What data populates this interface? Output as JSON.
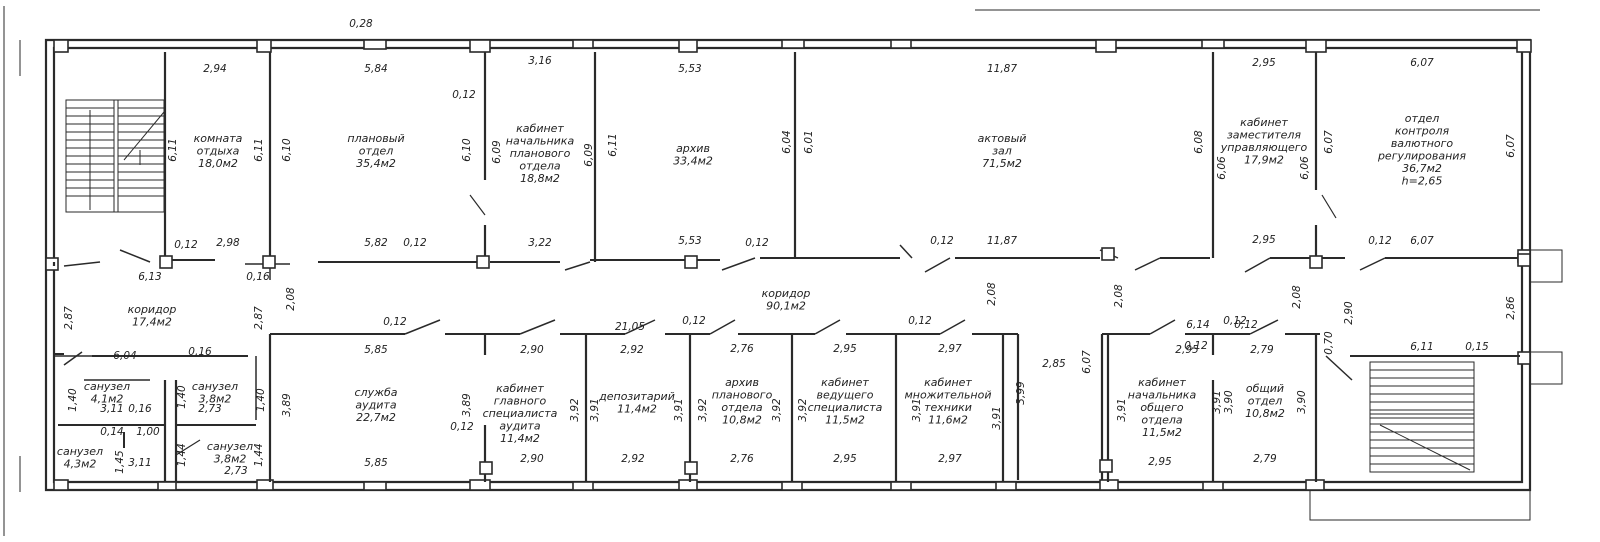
{
  "rooms": [
    {
      "id": "rest",
      "lines": [
        "комната",
        "отдыха",
        "18,0м2"
      ]
    },
    {
      "id": "planning",
      "lines": [
        "плановый",
        "отдел",
        "35,4м2"
      ]
    },
    {
      "id": "plan-head",
      "lines": [
        "кабинет",
        "начальника",
        "планового",
        "отдела",
        "18,8м2"
      ]
    },
    {
      "id": "archive",
      "lines": [
        "архив",
        "33,4м2"
      ]
    },
    {
      "id": "hall",
      "lines": [
        "актовый",
        "зал",
        "71,5м2"
      ]
    },
    {
      "id": "deputy",
      "lines": [
        "кабинет",
        "заместителя",
        "управляющего",
        "17,9м2"
      ]
    },
    {
      "id": "currency",
      "lines": [
        "отдел",
        "контроля",
        "валютного",
        "регулирования",
        "36,7м2",
        "h=2,65"
      ]
    },
    {
      "id": "corridor-left",
      "lines": [
        "коридор",
        "17,4м2"
      ]
    },
    {
      "id": "corridor-main",
      "lines": [
        "коридор",
        "90,1м2"
      ]
    },
    {
      "id": "wc1",
      "lines": [
        "санузел",
        "4,1м2"
      ]
    },
    {
      "id": "wc2",
      "lines": [
        "санузел",
        "3,8м2"
      ]
    },
    {
      "id": "wc3",
      "lines": [
        "санузел",
        "4,3м2"
      ]
    },
    {
      "id": "wc4",
      "lines": [
        "санузел",
        "3,8м2"
      ]
    },
    {
      "id": "audit",
      "lines": [
        "служба",
        "аудита",
        "22,7м2"
      ]
    },
    {
      "id": "chief-audit",
      "lines": [
        "кабинет",
        "главного",
        "специалиста",
        "аудита",
        "11,4м2"
      ]
    },
    {
      "id": "depository",
      "lines": [
        "депозитарий",
        "11,4м2"
      ]
    },
    {
      "id": "plan-archive",
      "lines": [
        "архив",
        "планового",
        "отдела",
        "10,8м2"
      ]
    },
    {
      "id": "lead-spec",
      "lines": [
        "кабинет",
        "ведущего",
        "специалиста",
        "11,5м2"
      ]
    },
    {
      "id": "copy-room",
      "lines": [
        "кабинет",
        "множительной",
        "техники",
        "11,6м2"
      ]
    },
    {
      "id": "general-head",
      "lines": [
        "кабинет",
        "начальника",
        "общего",
        "отдела",
        "11,5м2"
      ]
    },
    {
      "id": "general",
      "lines": [
        "общий",
        "отдел",
        "10,8м2"
      ]
    }
  ],
  "dimensions": [
    "0,28",
    "2,94",
    "5,84",
    "3,16",
    "5,53",
    "11,87",
    "2,95",
    "6,07",
    "0,12",
    "6,11",
    "6,11",
    "6,10",
    "6,10",
    "6,09",
    "6,09",
    "6,11",
    "6,04",
    "6,01",
    "6,08",
    "6,06",
    "6,07",
    "6,06",
    "6,07",
    "0,12",
    "2,98",
    "5,82",
    "0,12",
    "3,22",
    "5,53",
    "0,12",
    "0,12",
    "11,87",
    "2,95",
    "0,12",
    "6,07",
    "6,13",
    "0,16",
    "2,08",
    "2,87",
    "2,87",
    "2,08",
    "2,08",
    "2,08",
    "2,90",
    "2,86",
    "0,12",
    "0,12",
    "0,12",
    "0,12",
    "6,14",
    "0,12",
    "0,12",
    "0,70",
    "6,11",
    "0,15",
    "5,85",
    "2,90",
    "21,05",
    "2,92",
    "2,76",
    "2,95",
    "2,97",
    "2,85",
    "6,07",
    "2,95",
    "2,79",
    "6,04",
    "0,16",
    "1,40",
    "1,40",
    "1,40",
    "3,11",
    "0,16",
    "2,73",
    "0,14",
    "1,00",
    "1,45",
    "3,11",
    "1,44",
    "1,44",
    "2,73",
    "3,89",
    "3,89",
    "0,12",
    "3,92",
    "3,91",
    "3,91",
    "3,92",
    "3,92",
    "3,92",
    "3,91",
    "3,91",
    "3,99",
    "3,91",
    "3,91",
    "3,90",
    "3,90",
    "5,85",
    "2,90",
    "2,92",
    "2,76",
    "2,95",
    "2,97",
    "2,95",
    "2,79"
  ]
}
